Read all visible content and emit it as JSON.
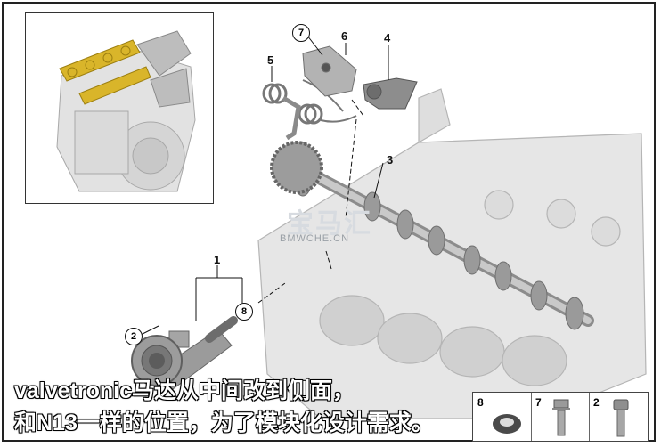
{
  "callouts": [
    "1",
    "2",
    "3",
    "4",
    "5",
    "6",
    "7",
    "8"
  ],
  "caption": {
    "line1": "valvetronic马达从中间改到侧面，",
    "line2": "和N13一样的位置，为了模块化设计需求。"
  },
  "watermark": {
    "logo": "宝马汇",
    "text": "BMWCHE.CN"
  },
  "legend": {
    "items": [
      "8",
      "7",
      "2"
    ]
  },
  "colors": {
    "frame": "#222222",
    "caption_text": "#ffffff",
    "part_gray": "#9a9a9a",
    "highlight": "#d9b52a"
  }
}
